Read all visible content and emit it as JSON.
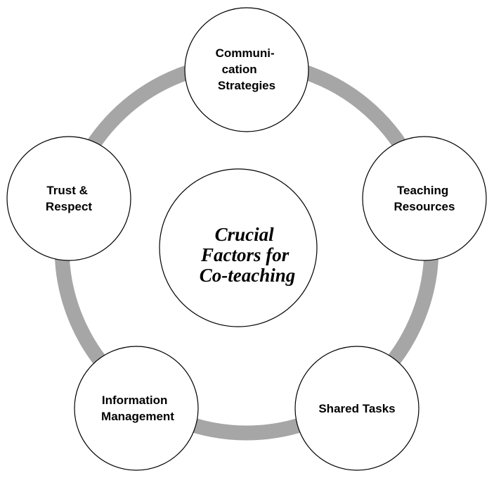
{
  "diagram": {
    "center": {
      "lines": [
        "Crucial",
        "Factors for",
        "Co-teaching"
      ]
    },
    "nodes": [
      {
        "lines": [
          "Communi-",
          "cation",
          "Strategies"
        ]
      },
      {
        "lines": [
          "Teaching",
          "Resources"
        ]
      },
      {
        "lines": [
          "Shared Tasks"
        ]
      },
      {
        "lines": [
          "Information",
          "Management"
        ]
      },
      {
        "lines": [
          "Trust &",
          "Respect"
        ]
      }
    ],
    "colors": {
      "ring": "#a6a6a6",
      "circle_stroke": "#000000",
      "circle_fill": "#ffffff",
      "background": "#ffffff"
    }
  }
}
